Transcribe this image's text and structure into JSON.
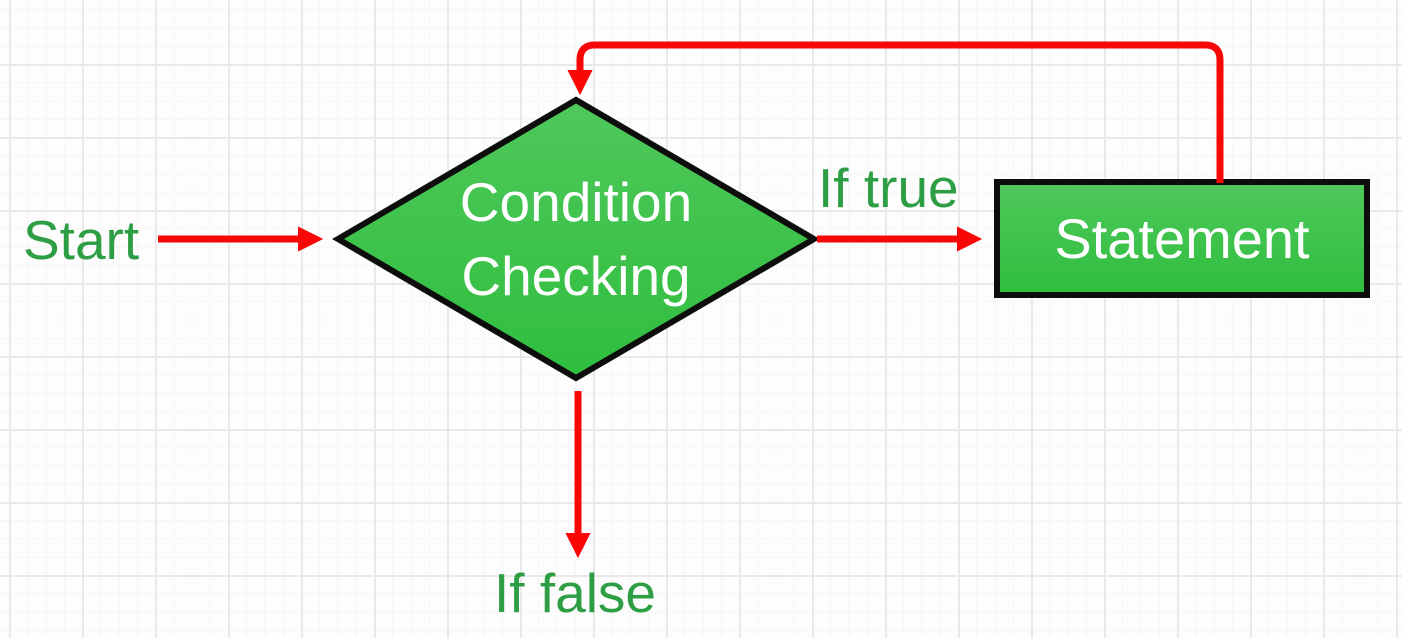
{
  "flowchart": {
    "start_label": "Start",
    "branch_true_label": "If true",
    "branch_false_label": "If false",
    "condition_node": {
      "line1": "Condition",
      "line2": "Checking"
    },
    "statement_node": {
      "label": "Statement"
    }
  },
  "colors": {
    "label_text": "#2e9e44",
    "arrow": "#f90606",
    "node_fill_top": "#4fc85b",
    "node_fill_bottom": "#2fbe3e",
    "node_border": "#0d0d0d",
    "node_text": "#ffffff",
    "grid_minor": "#f5f5f5",
    "grid_major": "#e9e9e9",
    "background": "#fdfdfd"
  }
}
